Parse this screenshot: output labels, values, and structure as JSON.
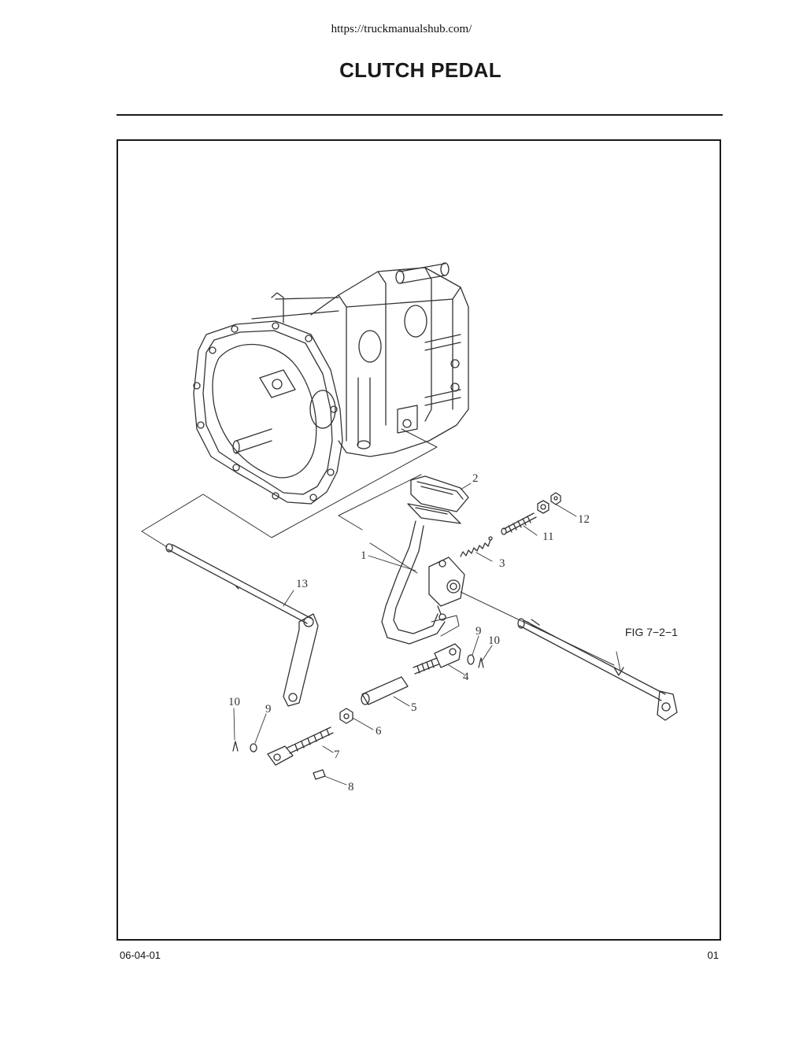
{
  "header": {
    "url": "https://truckmanualshub.com/",
    "title": "CLUTCH PEDAL"
  },
  "figure": {
    "reference": "FIG 7−2−1",
    "callouts": [
      "1",
      "2",
      "3",
      "4",
      "5",
      "6",
      "7",
      "8",
      "9",
      "10",
      "11",
      "12",
      "13",
      "9",
      "10"
    ]
  },
  "footer": {
    "code": "06-04-01",
    "page": "01"
  }
}
